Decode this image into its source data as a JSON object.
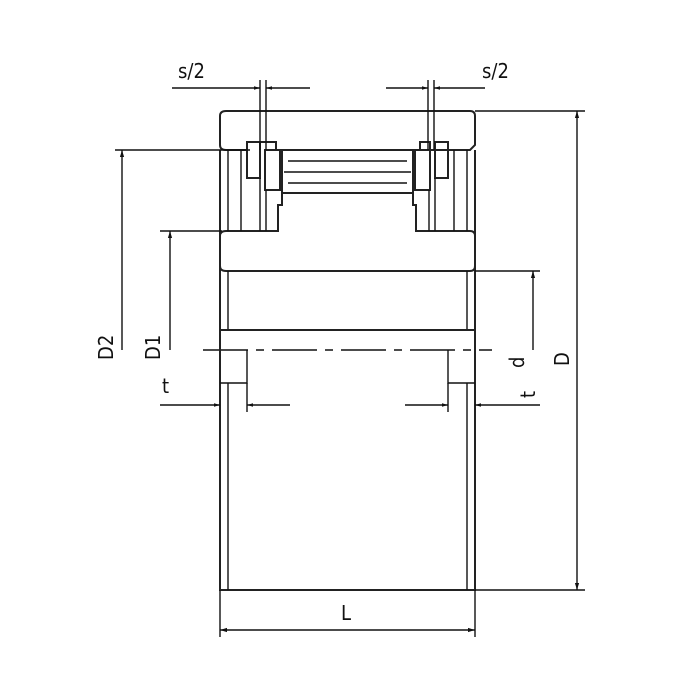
{
  "title": "Needle roller bearing cross-section dimension drawing",
  "labels": {
    "s2_left": "s/2",
    "s2_right": "s/2",
    "D2": "D2",
    "D1": "D1",
    "d": "d",
    "D": "D",
    "t_left": "t",
    "t_right": "t",
    "L": "L"
  },
  "colors": {
    "line": "#111111",
    "background": "#ffffff"
  }
}
